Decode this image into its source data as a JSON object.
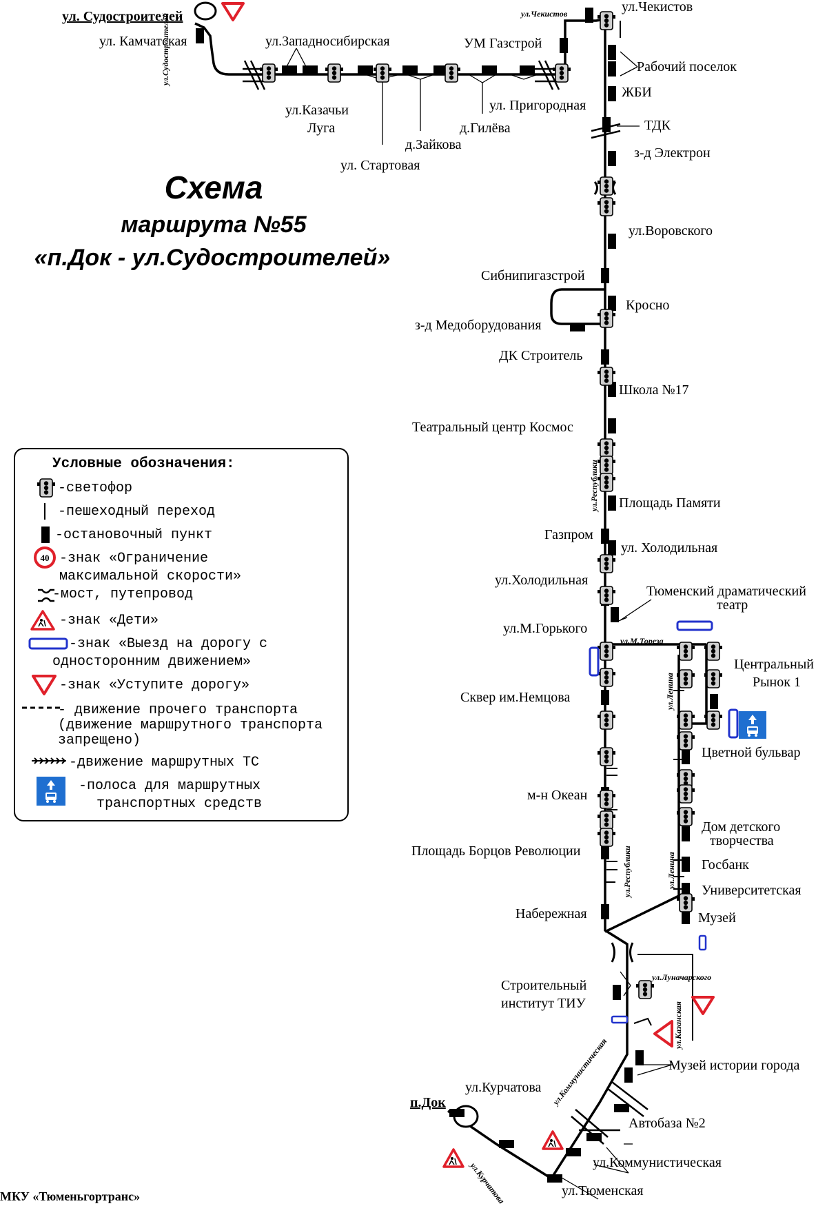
{
  "title": {
    "line1": "Схема",
    "line2": "маршрута №55",
    "line3": "«п.Док - ул.Судостроителей»"
  },
  "organization": "МКУ «Тюменьгортранс»",
  "termini": {
    "north": "ул. Судостроителей",
    "south": "п.Док"
  },
  "streets": {
    "sudostroiteley": "ул.Судостроителей",
    "chekistov": "ул.Чекистов",
    "respubliki_1": "ул.Республики",
    "respubliki_2": "ул.Республики",
    "toreza": "ул.М.Тореза",
    "lenina_1": "ул.Ленина",
    "lenina_2": "ул.Ленина",
    "lunacharskogo": "ул.Луначарского",
    "kazanskaya": "ул.Казанская",
    "kommunisticheskaya": "ул.Коммунистическая",
    "kurchatova": "ул.Курчатова"
  },
  "stops": {
    "kamchatskaya": "ул. Камчатская",
    "zapadnosibirskaya": "ул.Западносибирская",
    "kazachi_lugi_1": "ул.Казачьи",
    "kazachi_lugi_2": "Луга",
    "startovaya": "ул. Стартовая",
    "zaykova": "д.Зайкова",
    "gileva": "д.Гилёва",
    "prigorodnaya": "ул. Пригородная",
    "um_gazstroy": "УМ Газстрой",
    "chekistov": "ул.Чекистов",
    "rabochiy": "Рабочий поселок",
    "zhbi": "ЖБИ",
    "tdk": "ТДК",
    "elektron": "з-д Электрон",
    "vorovskogo": "ул.Воровского",
    "sibnipi": "Сибнипигазстрой",
    "krosno": "Кросно",
    "medoborud": "з-д Медоборудования",
    "dk_stroitel": "ДК Строитель",
    "shkola17": "Школа №17",
    "kosmos": "Театральный центр Космос",
    "ploshchad_pamyati": "Площадь Памяти",
    "gazprom": "Газпром",
    "holodilnaya_r": "ул. Холодильная",
    "holodilnaya_l": "ул.Холодильная",
    "dramteatr_1": "Тюменский драматический",
    "dramteatr_2": "театр",
    "gorkogo": "ул.М.Горького",
    "rynok_1": "Центральный",
    "rynok_2": "Рынок 1",
    "nemtsova": "Сквер им.Немцова",
    "tsvetnoy": "Цветной бульвар",
    "okean": "м-н Океан",
    "ddt_1": "Дом детского",
    "ddt_2": "творчества",
    "bortsov": "Площадь Борцов Революции",
    "gosbank": "Госбанк",
    "universitetskaya": "Университетская",
    "naberezhnaya": "Набережная",
    "muzey": "Музей",
    "tiu_1": "Строительный",
    "tiu_2": "институт ТИУ",
    "muzey_istorii": "Музей истории города",
    "kurchatova": "ул.Курчатова",
    "avtobaza": "Автобаза №2",
    "kommunisticheskaya": "ул.Коммунистическая",
    "tyumenskaya": "ул.Тюменская"
  },
  "legend": {
    "header": "Условные обозначения:",
    "traffic_light": "-светофор",
    "crosswalk": "-пешеходный переход",
    "stop": "-остановочный пункт",
    "speed_1": "-знак «Ограничение",
    "speed_2": "максимальной скорости»",
    "speed_value": "40",
    "bridge": "-мост, путепровод",
    "children": "-знак «Дети»",
    "oneway_1": "-знак «Выезд на дорогу с",
    "oneway_2": "односторонним движением»",
    "yield": "-знак «Уступите дорогу»",
    "other_1": "- движение прочего транспорта",
    "other_2": "(движение маршрутного транспорта",
    "other_3": "запрещено)",
    "route": "-движение маршрутных ТС",
    "bus_lane_1": "-полоса для маршрутных",
    "bus_lane_2": "транспортных средств"
  },
  "colors": {
    "ink": "#000000",
    "sign_red": "#e0202a",
    "traffic_light_body": "#c8c8c8",
    "lane_blue": "#1f6fd0",
    "oneway_blue": "#2233cc"
  },
  "icons": [
    "traffic-light-icon",
    "crosswalk-icon",
    "stop-icon",
    "speed-limit-sign-icon",
    "bridge-icon",
    "children-sign-icon",
    "oneway-exit-sign-icon",
    "yield-sign-icon",
    "bus-lane-icon"
  ]
}
